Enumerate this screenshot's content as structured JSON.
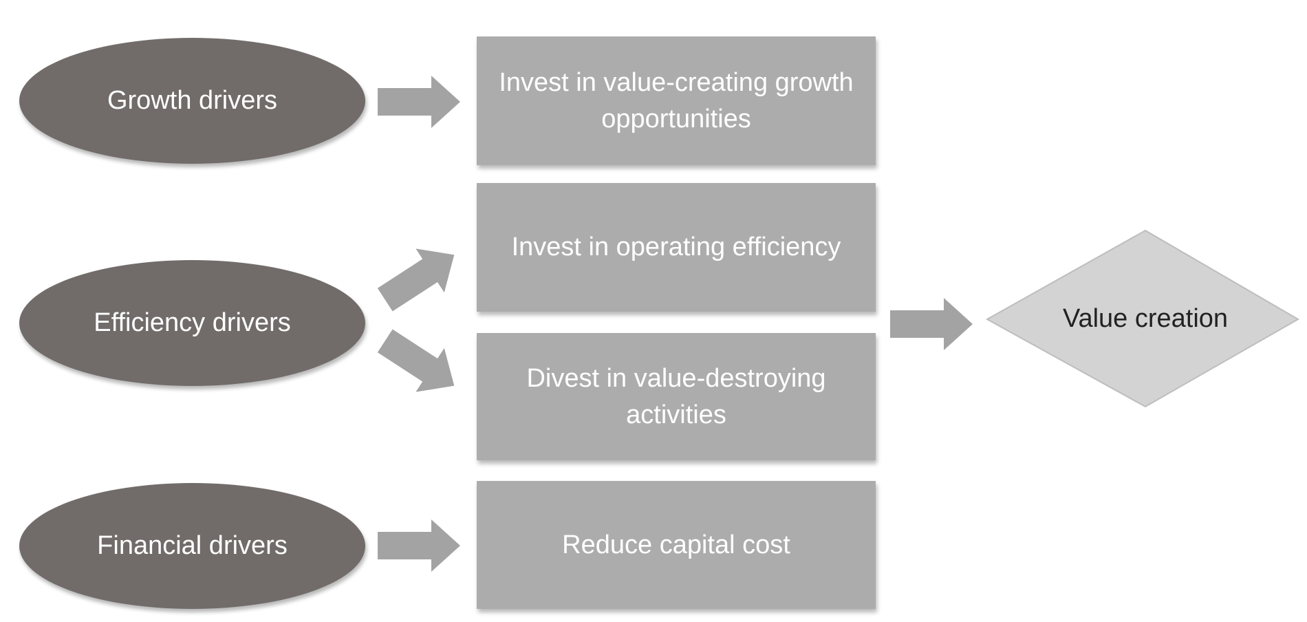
{
  "drivers": {
    "growth": "Growth drivers",
    "efficiency": "Efficiency drivers",
    "financial": "Financial drivers"
  },
  "actions": {
    "growth_opportunities": "Invest in value-creating growth opportunities",
    "operating_efficiency": "Invest in operating efficiency",
    "divest": "Divest in value-destroying activities",
    "capital_cost": "Reduce capital cost"
  },
  "outcome": {
    "label": "Value creation"
  },
  "colors": {
    "ellipse_fill": "#716c6a",
    "box_fill": "#acacac",
    "arrow_fill": "#a3a3a3",
    "diamond_fill": "#d3d3d3",
    "light_text": "#ffffff",
    "dark_text": "#222222"
  }
}
